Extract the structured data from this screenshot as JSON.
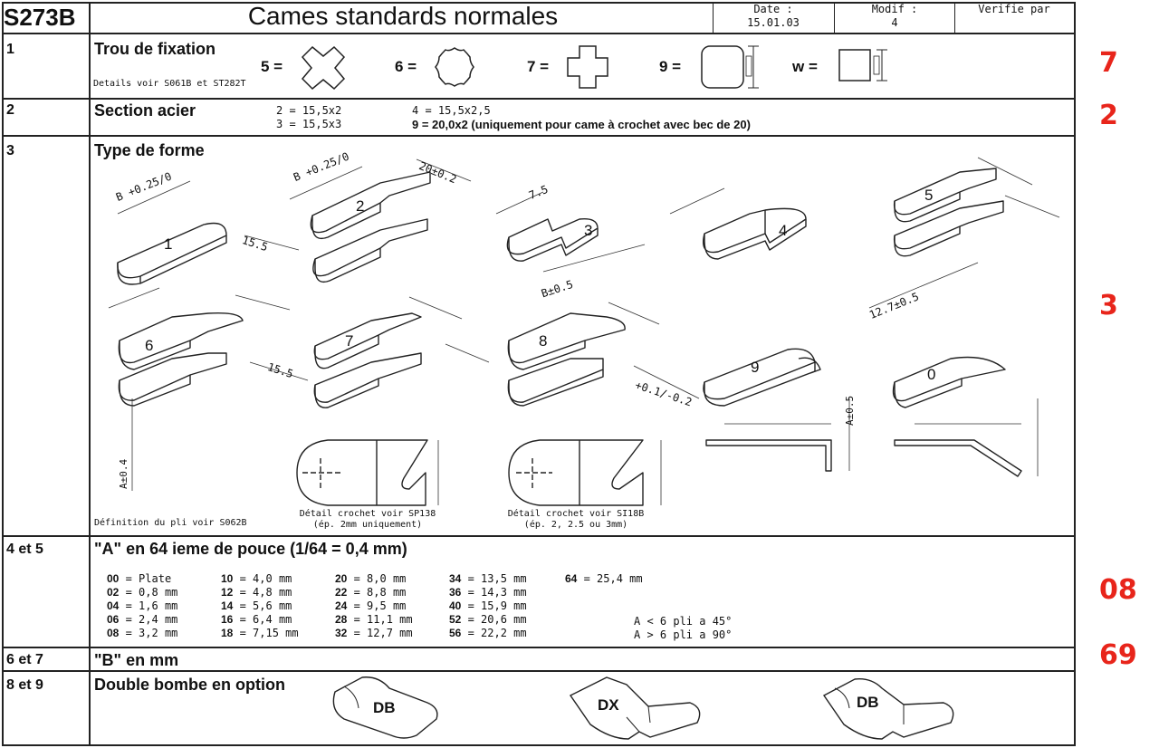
{
  "header": {
    "code": "S273B",
    "title": "Cames standards normales",
    "date_label": "Date :",
    "date_value": "15.01.03",
    "modif_label": "Modif :",
    "modif_value": "4",
    "verify_label": "Verifie par"
  },
  "rows": [
    {
      "code": "1",
      "title": "Trou de fixation"
    },
    {
      "code": "2",
      "title": "Section acier"
    },
    {
      "code": "3",
      "title": "Type de forme"
    },
    {
      "code": "4 et 5",
      "title": "\"A\" en 64 ieme de pouce (1/64 = 0,4 mm)"
    },
    {
      "code": "6 et 7",
      "title": "\"B\" en mm"
    },
    {
      "code": "8 et 9",
      "title": "Double bombe en option"
    }
  ],
  "fixation": {
    "details_note": "Details voir S061B et ST282T",
    "items": [
      {
        "label": "5 =",
        "shape": "cross-star-hole-icon"
      },
      {
        "label": "6 =",
        "shape": "scalloped-hole-icon"
      },
      {
        "label": "7 =",
        "shape": "cross-hole-icon"
      },
      {
        "label": "9 =",
        "shape": "rounded-square-hole-icon"
      },
      {
        "label": "w =",
        "shape": "square-hole-icon"
      }
    ]
  },
  "section_acier": {
    "col1": [
      "2 = 15,5x2",
      "3 = 15,5x3"
    ],
    "col2_line1": "4 = 15,5x2,5",
    "col2_line2": "9 = 20,0x2 (uniquement pour came à crochet avec bec de 20)"
  },
  "forms": {
    "shape_numbers": [
      "1",
      "2",
      "3",
      "4",
      "5",
      "6",
      "7",
      "8",
      "9",
      "0"
    ],
    "dims": {
      "b025": "B +0.25/0",
      "b025_2": "B +0.25/0",
      "t20": "20±0.2",
      "t155": "15.5",
      "t75": "7.5",
      "b05": "B±0.5",
      "t127": "12.7±0.5",
      "a04": "A±0.4",
      "a05": "A±0.5",
      "t155b": "15.5",
      "t155c": "+0.1/-0.2"
    },
    "pli_note": "Définition du pli voir S062B",
    "crochet1_title": "Détail crochet voir SP138",
    "crochet1_sub": "(ép. 2mm uniquement)",
    "crochet2_title": "Détail crochet voir SI18B",
    "crochet2_sub": "(ép. 2, 2.5 ou 3mm)"
  },
  "inch_table": {
    "columns": [
      [
        [
          "00",
          "Plate"
        ],
        [
          "02",
          "0,8 mm"
        ],
        [
          "04",
          "1,6 mm"
        ],
        [
          "06",
          "2,4 mm"
        ],
        [
          "08",
          "3,2 mm"
        ]
      ],
      [
        [
          "10",
          "4,0 mm"
        ],
        [
          "12",
          "4,8 mm"
        ],
        [
          "14",
          "5,6 mm"
        ],
        [
          "16",
          "6,4 mm"
        ],
        [
          "18",
          "7,15 mm"
        ]
      ],
      [
        [
          "20",
          "8,0 mm"
        ],
        [
          "22",
          "8,8 mm"
        ],
        [
          "24",
          "9,5 mm"
        ],
        [
          "28",
          "11,1 mm"
        ],
        [
          "32",
          "12,7 mm"
        ]
      ],
      [
        [
          "34",
          "13,5 mm"
        ],
        [
          "36",
          "14,3 mm"
        ],
        [
          "40",
          "15,9 mm"
        ],
        [
          "52",
          "20,6 mm"
        ],
        [
          "56",
          "22,2 mm"
        ]
      ],
      [
        [
          "64",
          "25,4 mm"
        ]
      ]
    ],
    "note1": "A < 6 pli a 45°",
    "note2": "A > 6 pli a 90°"
  },
  "double_bombe": [
    "DB",
    "DX",
    "DB"
  ],
  "margin_tags": [
    "7",
    "2",
    "3",
    "08",
    "69"
  ]
}
